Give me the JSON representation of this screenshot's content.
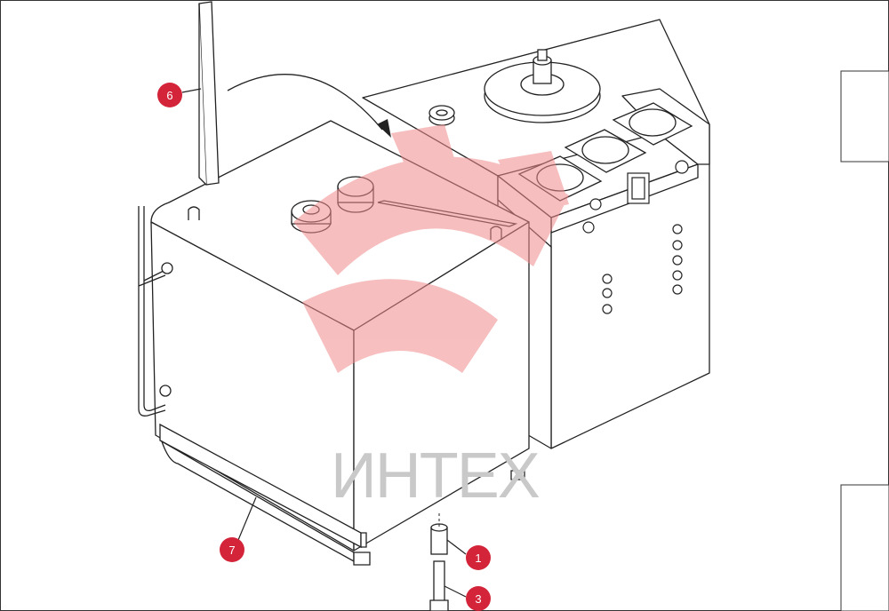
{
  "watermark": {
    "text": "ИНТЕХ",
    "color": "#f4b6b6"
  },
  "callouts": [
    {
      "id": "1",
      "label": "1"
    },
    {
      "id": "3",
      "label": "3"
    },
    {
      "id": "6",
      "label": "6"
    },
    {
      "id": "7",
      "label": "7"
    }
  ],
  "colors": {
    "callout_fill": "#d3243a",
    "line": "#222222"
  }
}
